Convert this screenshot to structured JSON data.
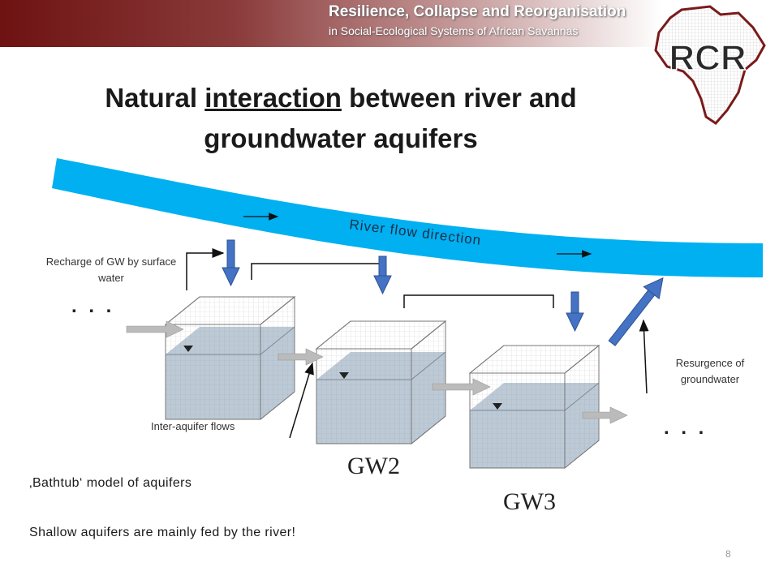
{
  "banner": {
    "title": "Resilience, Collapse and Reorganisation",
    "subtitle": "in Social-Ecological Systems of African Savannas"
  },
  "logo": {
    "text": "RCR"
  },
  "slide": {
    "title_part1": "Natural ",
    "title_underlined": "interaction",
    "title_part2": " between river and groundwater aquifers"
  },
  "diagram": {
    "river_label": "River flow direction",
    "recharge_label": "Recharge of GW by surface water",
    "resurgence_label": "Resurgence of groundwater",
    "inter_aquifer_label": "Inter-aquifer flows",
    "ellipsis_left": ". . .",
    "ellipsis_right": ". . .",
    "gw2": "GW2",
    "gw3": "GW3"
  },
  "notes": {
    "bathtub": "‚Bathtub‘ model of aquifers",
    "shallow": "Shallow aquifers are mainly fed by the river!"
  },
  "page_number": "8",
  "colors": {
    "banner_dark": "#6e1212",
    "river": "#00b0f0",
    "blue_arrow": "#4472c4",
    "water": "#b7c6d3"
  }
}
